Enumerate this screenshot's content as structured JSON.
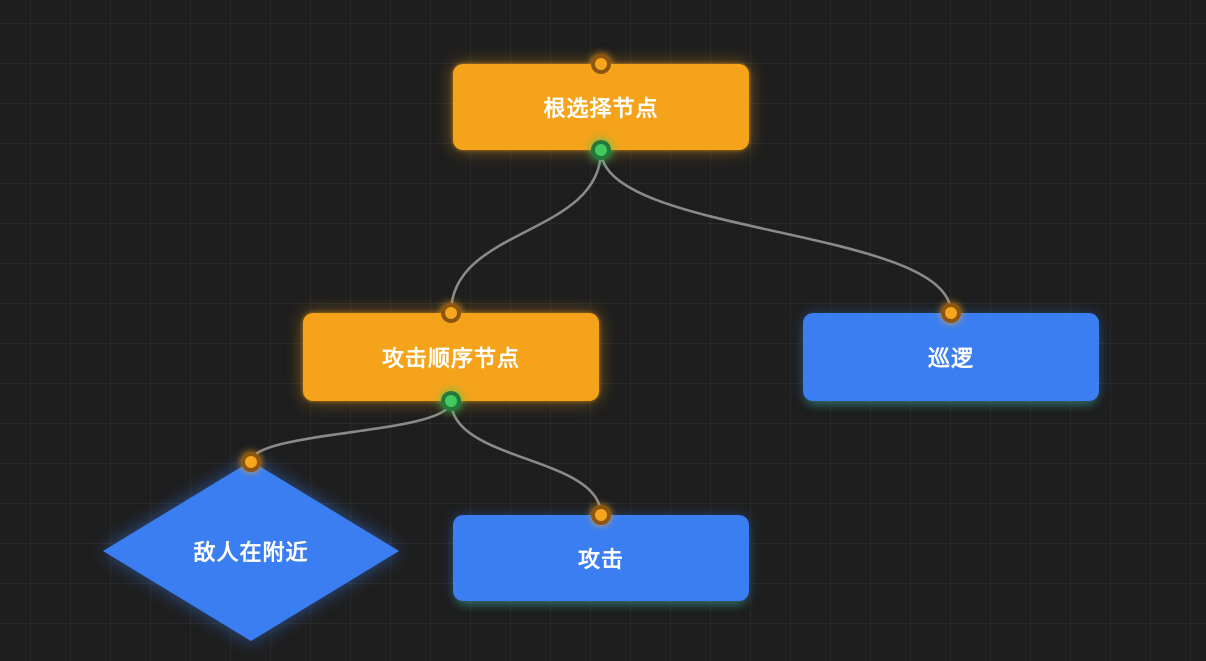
{
  "diagram": {
    "kind": "behavior-tree-node-editor",
    "grid": "on",
    "background_color": "#1e1e1e",
    "grid_line_color": "#2a2a2a"
  },
  "colors": {
    "composite_node": "#f5a31a",
    "leaf_node": "#3a7ef2",
    "edge": "#8a8a8a",
    "input_port": "#f6a51e",
    "output_port": "#43c95d",
    "node_text": "#ffffff"
  },
  "nodes": [
    {
      "id": "root-selector",
      "label": "根选择节点",
      "shape": "rect",
      "color": "#f5a31a"
    },
    {
      "id": "attack-sequence",
      "label": "攻击顺序节点",
      "shape": "rect",
      "color": "#f5a31a"
    },
    {
      "id": "patrol",
      "label": "巡逻",
      "shape": "rect",
      "color": "#3a7ef2"
    },
    {
      "id": "enemy-nearby",
      "label": "敌人在附近",
      "shape": "diamond",
      "color": "#3a7ef2"
    },
    {
      "id": "attack",
      "label": "攻击",
      "shape": "rect",
      "color": "#3a7ef2"
    }
  ],
  "edges": [
    {
      "from": "root-selector",
      "to": "attack-sequence"
    },
    {
      "from": "root-selector",
      "to": "patrol"
    },
    {
      "from": "attack-sequence",
      "to": "enemy-nearby"
    },
    {
      "from": "attack-sequence",
      "to": "attack"
    }
  ]
}
